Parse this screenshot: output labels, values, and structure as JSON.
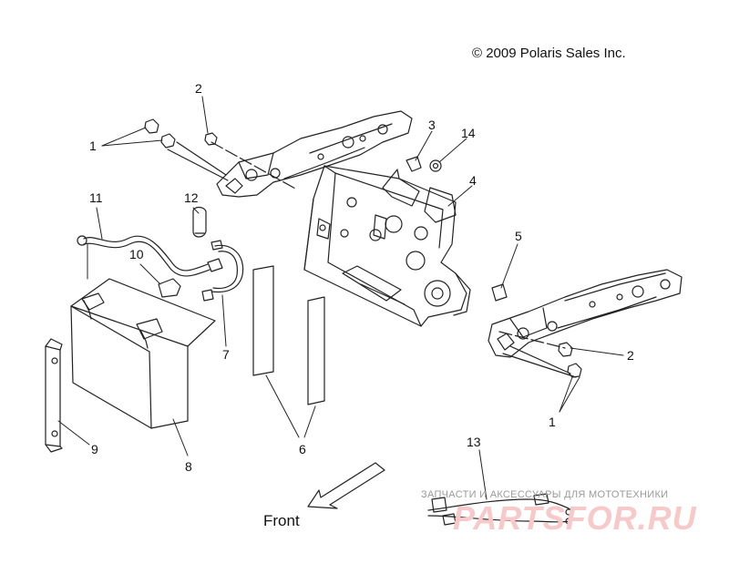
{
  "copyright": "© 2009 Polaris Sales Inc.",
  "front_label": "Front",
  "watermark": {
    "tagline": "ЗАПЧАСТИ И АКСЕССУАРЫ ДЛЯ МОТОТЕХНИКИ",
    "logo": "PARTSFOR.RU"
  },
  "callouts": {
    "c1a": "1",
    "c2a": "2",
    "c3": "3",
    "c14": "14",
    "c4": "4",
    "c11": "11",
    "c12": "12",
    "c10": "10",
    "c5": "5",
    "c7": "7",
    "c2b": "2",
    "c1b": "1",
    "c9": "9",
    "c8": "8",
    "c6": "6",
    "c13": "13"
  }
}
